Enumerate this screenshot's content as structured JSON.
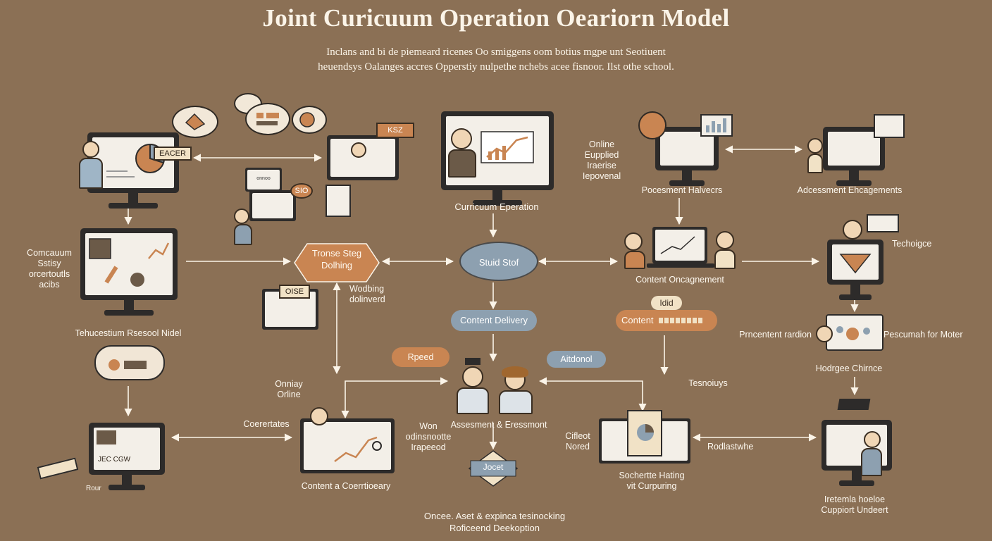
{
  "title": "Joint Curicuum Operation Oeariorn Model",
  "intro": {
    "line1": "Inclans and bi de piemeard ricenes Oo smiggens oom botius mgpe unt Seotiuent",
    "line2": "heuendsys Oalanges accres Opperstiy nulpethe nchebs acee fisnoor. Ilst othe school."
  },
  "labels": {
    "comcuum": [
      "Comcauum",
      "Sstisy",
      "orcertoutls",
      "acibs"
    ],
    "tehucestium": "Tehucestium Rsesool Nidel",
    "curriculum_operation": "Curricuum Eperation",
    "online": [
      "Online",
      "Eupplied",
      "Iraerise",
      "Iepovenal"
    ],
    "pocesment": "Pocesment Halvecrs",
    "adessment": "Adcessment Ehcagements",
    "content_oncagement": "Content Oncagnement",
    "techoigce": "Techoigce",
    "wodbing": [
      "Wodbing",
      "dolinverd"
    ],
    "prncentent": "Prncentent rardion",
    "pescumah": "Pescumah for Moter",
    "hodrgee": "Hodrgee Chirnce",
    "tesnoiuys": "Tesnoiuys",
    "onniay": [
      "Onniay",
      "Orline"
    ],
    "coerertates": "Coerertates",
    "won": [
      "Won",
      "odinsnootte",
      "Irapeeod"
    ],
    "assessment": "Assesment & Eressmont",
    "content_coerrtioeary": "Content a Coerrtioeary",
    "cifleot": [
      "Cifleot",
      "Nored"
    ],
    "rodlastwhe": "Rodlastwhe",
    "sochertte": [
      "Sochertte Hating",
      "vit Curpuring"
    ],
    "iretemla": [
      "Iretemla hoeloe",
      "Cuppiort Undeert"
    ],
    "bottom": [
      "Oncee. Aset & expinca tesinocking",
      "Roficeend Deekoption"
    ]
  },
  "nodes": {
    "tronse": [
      "Tronse Steg",
      "Dolhing"
    ],
    "stuid": "Stuid Stof",
    "content_delivery": "Content Delivery",
    "rpeed": "Rpeed",
    "aitdonol": "Aitdonol",
    "content_pill": "Content",
    "content_pill_tag": "Idid",
    "jocet": "Jocet"
  },
  "tags": {
    "eacer": "EACER",
    "dise": "OISE",
    "sio": "SIO",
    "ksz": "KSZ",
    "onnoo": "onnoo",
    "jecsw": "JEC CGW",
    "rour": "Rour"
  },
  "colors": {
    "background": "#8b7055",
    "node_orange": "#c98552",
    "node_grey": "#8da0b0",
    "node_cream": "#f1e2c6",
    "arrow": "#fbf4e8"
  }
}
